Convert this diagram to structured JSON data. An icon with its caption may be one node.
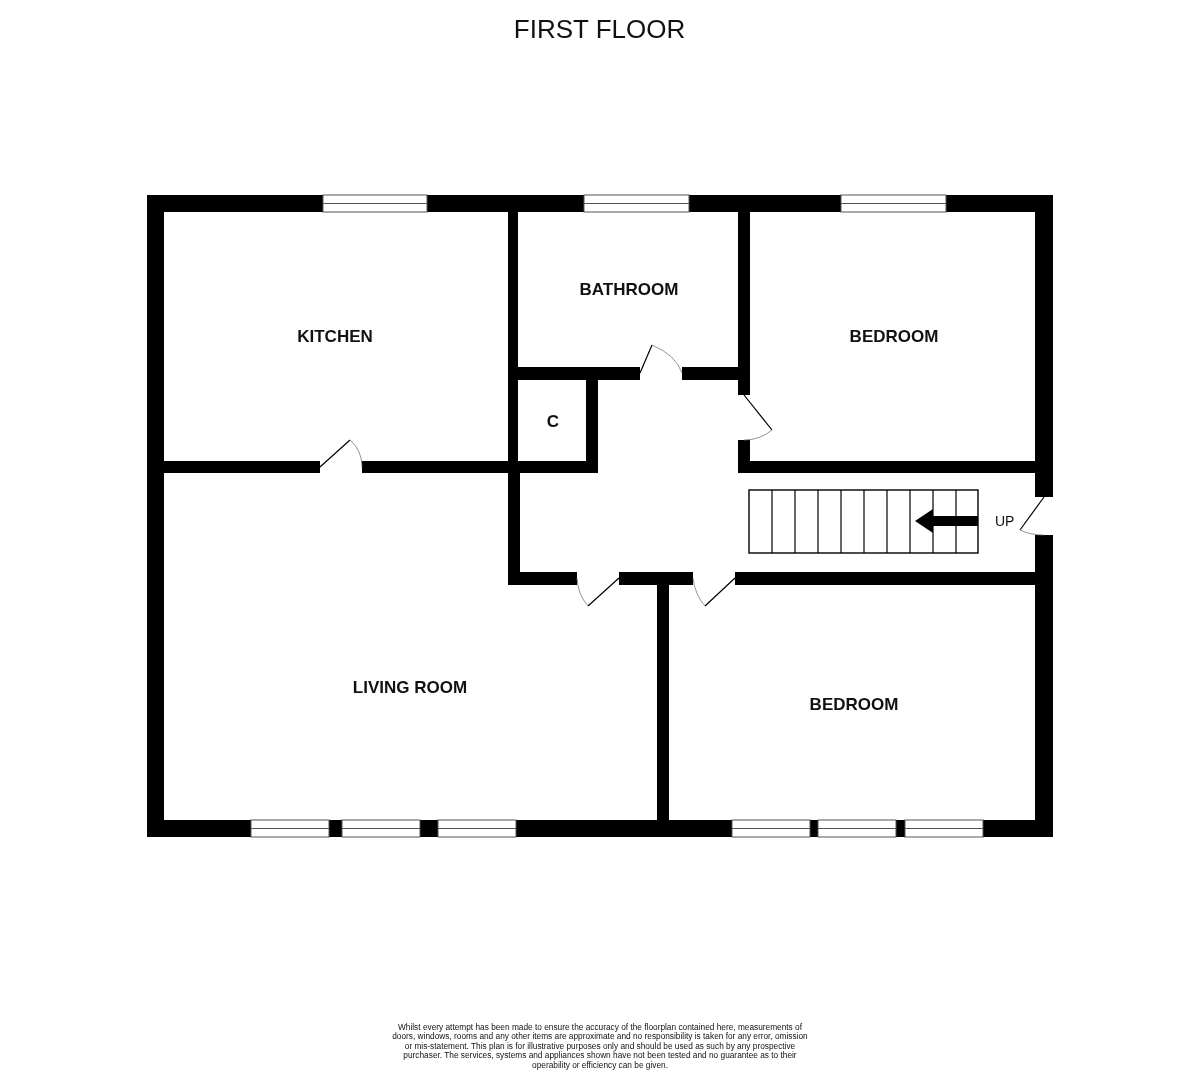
{
  "diagram": {
    "title": "FIRST FLOOR",
    "nodes": [
      {
        "text": [
          "KITCHEN"
        ]
      },
      {
        "text": [
          "BATHROOM"
        ]
      },
      {
        "text": [
          "BEDROOM"
        ]
      },
      {
        "text": [
          "C"
        ]
      },
      {
        "text": [
          "LIVING ROOM"
        ]
      },
      {
        "text": [
          "BEDROOM"
        ]
      }
    ],
    "edges": [],
    "labels": [
      "UP",
      "Whilst every attempt has been made to ensure the accuracy of the floorplan contained here, measurements of doors, windows, rooms and any other items are approximate and no responsibility is taken for any error, omission or mis-statement. This plan is for illustrative purposes only and should be used as such by any prospective purchaser. The services, systems and appliances shown have not been tested and no guarantee as to their operability or efficiency can be given."
    ]
  }
}
